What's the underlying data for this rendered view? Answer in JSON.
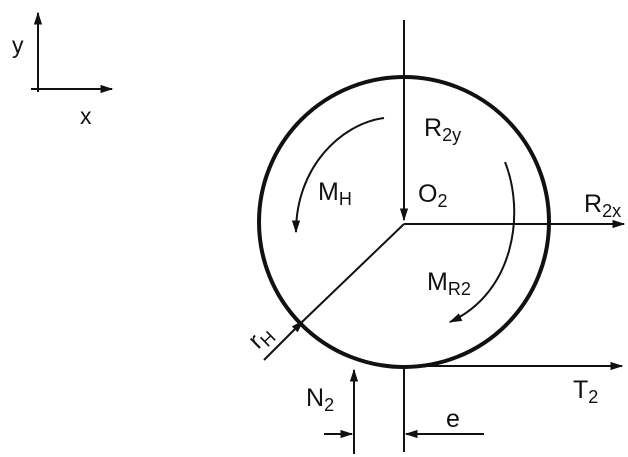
{
  "colors": {
    "stroke": "#111111",
    "background": "#ffffff"
  },
  "axes": {
    "y_label": "y",
    "x_label": "x"
  },
  "labels": {
    "R2y": {
      "main": "R",
      "sub": "2y"
    },
    "MH": {
      "main": "M",
      "sub": "H"
    },
    "O2": {
      "main": "O",
      "sub": "2"
    },
    "R2x": {
      "main": "R",
      "sub": "2x"
    },
    "MR2": {
      "main": "M",
      "sub": "R2"
    },
    "rH": {
      "main": "r",
      "sub": "H"
    },
    "N2": {
      "main": "N",
      "sub": "2"
    },
    "T2": {
      "main": "T",
      "sub": "2"
    },
    "e": {
      "main": "e"
    }
  }
}
